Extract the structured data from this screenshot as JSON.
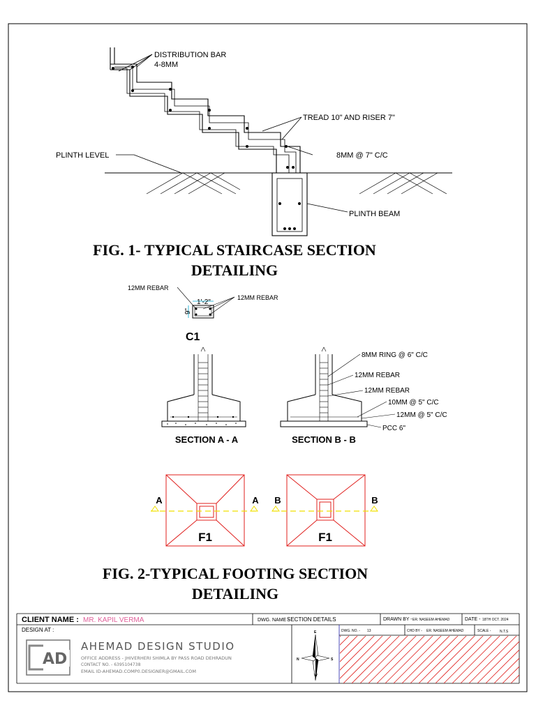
{
  "fig1": {
    "title_line1": "FIG. 1- TYPICAL STAIRCASE SECTION",
    "title_line2": "DETAILING",
    "labels": {
      "distribution_bar": "DISTRIBUTION BAR",
      "distribution_bar_size": "4-8MM",
      "tread_riser": "TREAD 10\" AND RISER 7\"",
      "plinth_level": "PLINTH LEVEL",
      "stirrup": "8MM @ 7\" C/C",
      "plinth_beam": "PLINTH BEAM"
    }
  },
  "column": {
    "rebar_left": "12MM REBAR",
    "rebar_right": "12MM REBAR",
    "width_dim": "1'-2\"",
    "depth_dim": "9\"",
    "name": "C1"
  },
  "sections": {
    "a_title": "SECTION A - A",
    "b_title": "SECTION B - B",
    "b_labels": {
      "ring": "8MM RING @ 6\" C/C",
      "rebar1": "12MM REBAR",
      "rebar2": "12MM REBAR",
      "mesh1": "10MM @ 5\" C/C",
      "mesh2": "12MM @ 5\" C/C",
      "pcc": "PCC 6\""
    }
  },
  "plans": {
    "a_mark": "A",
    "b_mark": "B",
    "footing_name": "F1"
  },
  "fig2": {
    "title_line1": "FIG. 2-TYPICAL FOOTING SECTION",
    "title_line2": "DETAILING"
  },
  "title_block": {
    "client_label": "CLIENT NAME :",
    "client_value": "MR. KAPIL VERMA",
    "dwg_name_label": "DWG. NAME -",
    "dwg_name_value": "SECTION DETAILS",
    "drawn_by_label": "DRAWN BY -",
    "drawn_by_value": "ER. NASEEM AHEMAD",
    "date_label": "DATE -",
    "date_value": "18TH OCT. 2024",
    "design_at_label": "DESIGN AT :",
    "dwg_no_label": "DWG. NO. -",
    "dwg_no_value": "13",
    "chd_by_label": "CHD BY -",
    "chd_by_value": "ER. NASEEM AHEMAD",
    "scale_label": "SCALE -",
    "scale_value": "N.T.S",
    "studio_name": "AHEMAD DESIGN STUDIO",
    "logo_text": "AD",
    "address": "OFFICE ADDRESS - JHIVERHERI SHIMLA BY PASS ROAD DEHRADUN",
    "contact": "CONTACT NO. - 6395104738",
    "email": "EMAIL ID-AHEMAD.COMP0.DESIGNER@GMAIL.COM",
    "compass": {
      "n": "N",
      "e": "E",
      "s": "S",
      "w": "W"
    }
  },
  "colors": {
    "line": "#000000",
    "red": "#e0201e",
    "yellow": "#f0e000",
    "cyan": "#00a8d0",
    "client_pink": "#e0609a",
    "divider_blue": "#2222aa"
  }
}
